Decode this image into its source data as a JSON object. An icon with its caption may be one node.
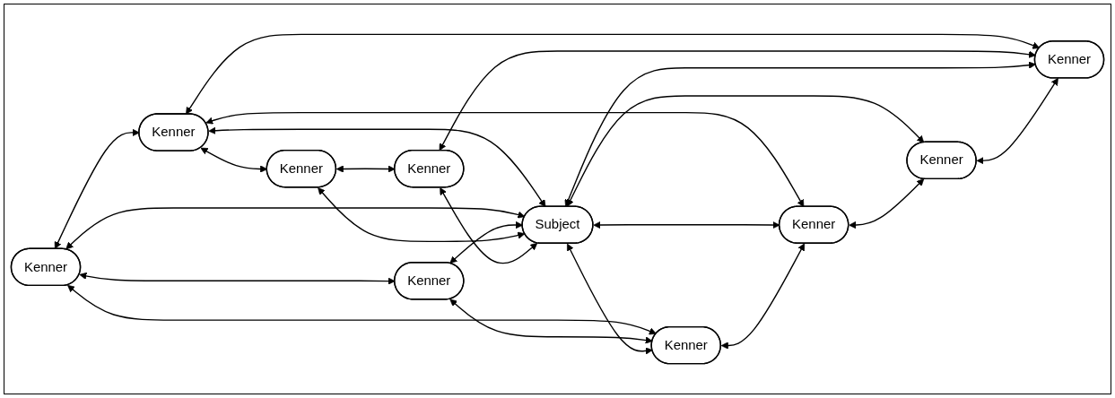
{
  "diagram": {
    "nodes": [
      {
        "text": [
          "Kenner"
        ]
      },
      {
        "text": [
          "Kenner"
        ]
      },
      {
        "text": [
          "Kenner"
        ]
      },
      {
        "text": [
          "Kenner"
        ]
      },
      {
        "text": [
          "Kenner"
        ]
      },
      {
        "text": [
          "Subject"
        ]
      },
      {
        "text": [
          "Kenner"
        ]
      },
      {
        "text": [
          "Kenner"
        ]
      },
      {
        "text": [
          "Kenner"
        ]
      },
      {
        "text": [
          "Kenner"
        ]
      }
    ],
    "edges": [
      {
        "from": 1,
        "to": 0,
        "arrow": "both"
      },
      {
        "from": 0,
        "to": 2,
        "arrow": "both"
      },
      {
        "from": 0,
        "to": 5,
        "arrow": "both"
      },
      {
        "from": 0,
        "to": 7,
        "arrow": "both"
      },
      {
        "from": 0,
        "to": 8,
        "arrow": "both"
      },
      {
        "from": 1,
        "to": 5,
        "arrow": "both"
      },
      {
        "from": 1,
        "to": 3,
        "arrow": "both"
      },
      {
        "from": 1,
        "to": 6,
        "arrow": "both"
      },
      {
        "from": 3,
        "to": 5,
        "arrow": "both"
      },
      {
        "from": 3,
        "to": 6,
        "arrow": "both"
      },
      {
        "from": 2,
        "to": 5,
        "arrow": "both"
      },
      {
        "from": 2,
        "to": 4,
        "arrow": "both"
      },
      {
        "from": 4,
        "to": 5,
        "arrow": "both"
      },
      {
        "from": 4,
        "to": 7,
        "arrow": "both"
      },
      {
        "from": 5,
        "to": 6,
        "arrow": "both"
      },
      {
        "from": 5,
        "to": 8,
        "arrow": "both"
      },
      {
        "from": 5,
        "to": 9,
        "arrow": "both"
      },
      {
        "from": 5,
        "to": 7,
        "arrow": "both"
      },
      {
        "from": 6,
        "to": 8,
        "arrow": "both"
      },
      {
        "from": 8,
        "to": 9,
        "arrow": "both"
      },
      {
        "from": 9,
        "to": 7,
        "arrow": "both"
      }
    ]
  }
}
